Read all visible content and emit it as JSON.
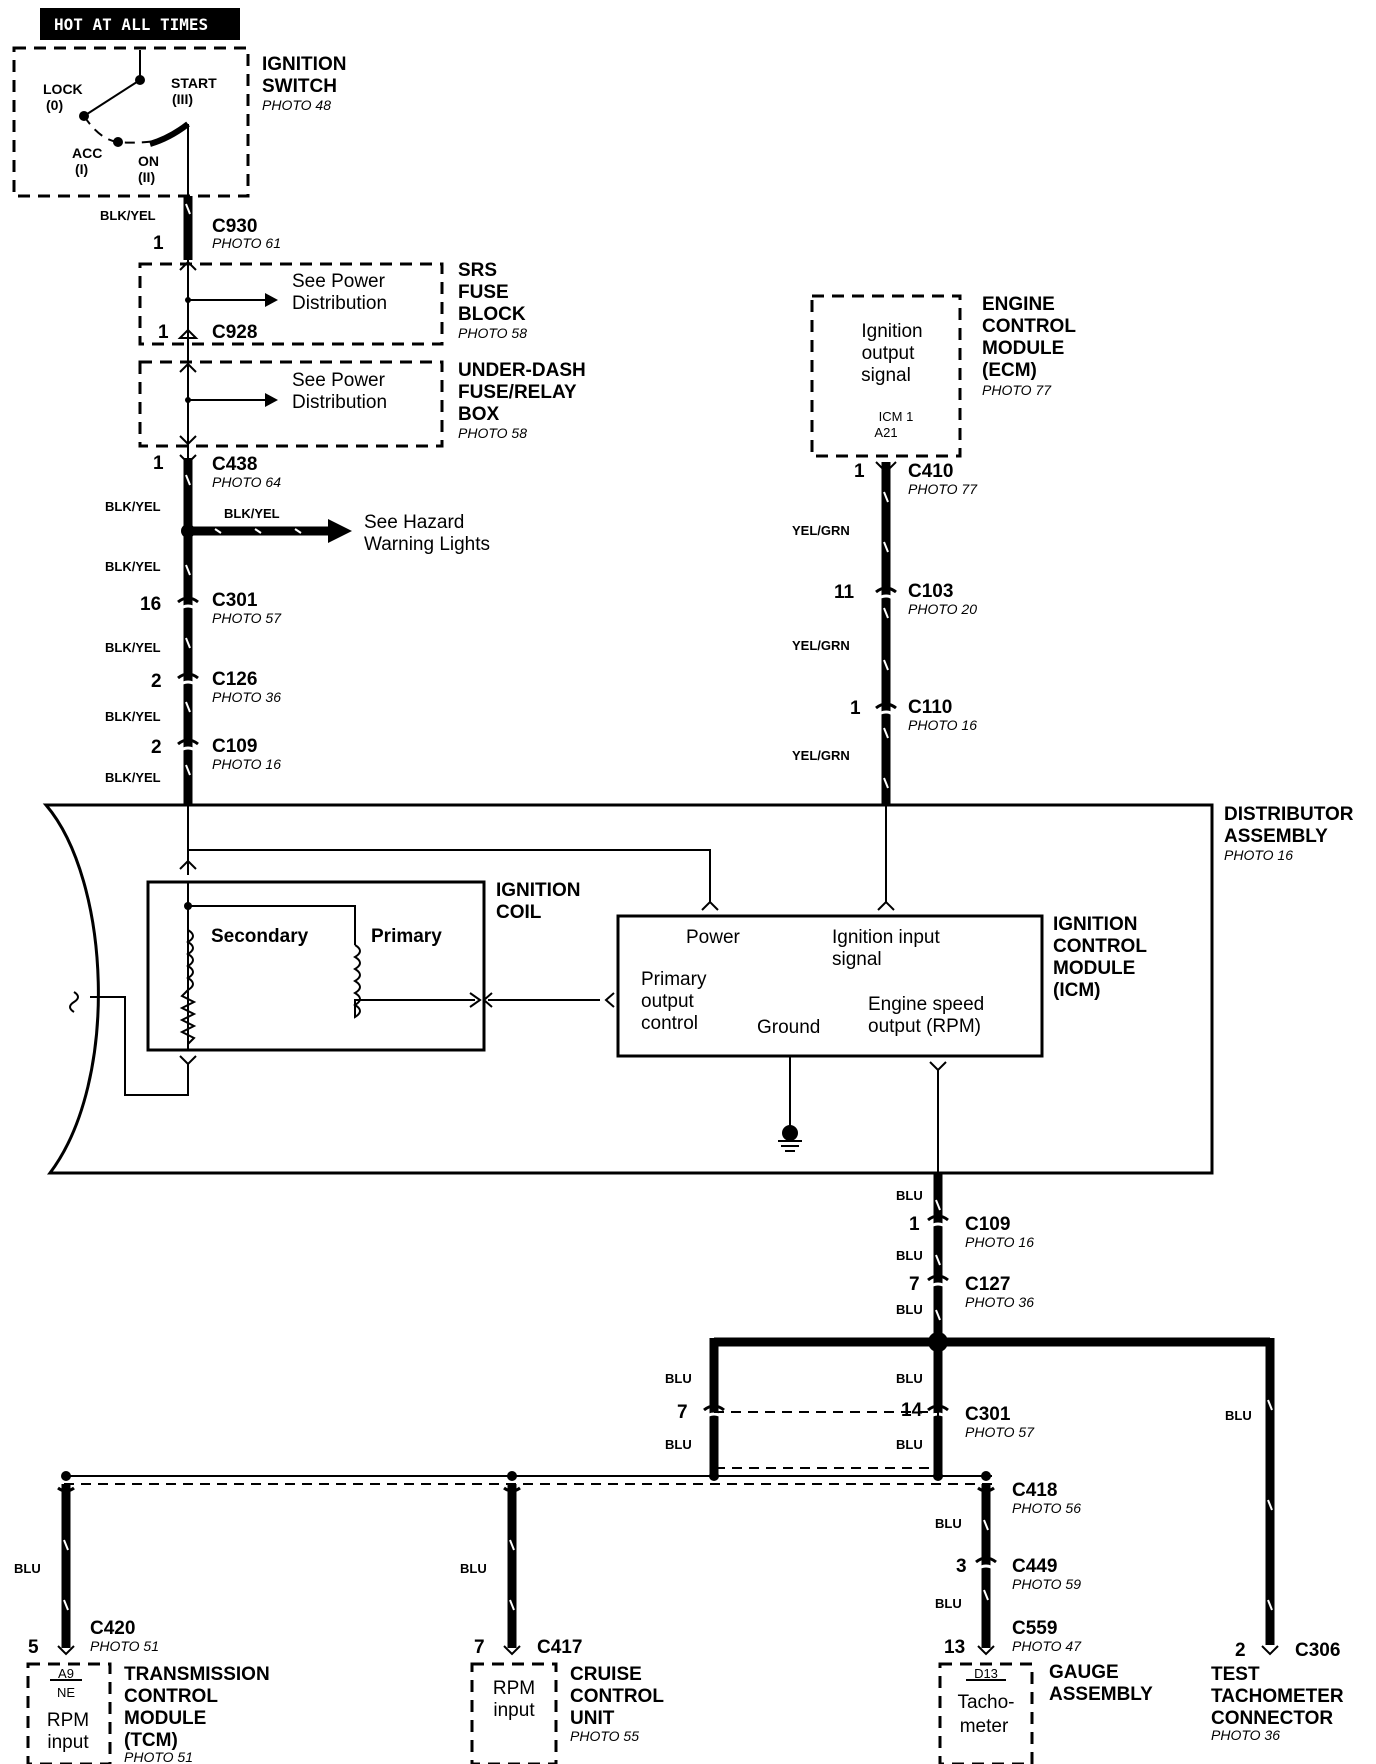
{
  "hot_label": "HOT AT ALL TIMES",
  "ignition_switch": {
    "title_1": "IGNITION",
    "title_2": "SWITCH",
    "photo": "PHOTO 48",
    "lock": "LOCK",
    "lock_num": "(0)",
    "acc": "ACC",
    "acc_num": "(I)",
    "on": "ON",
    "on_num": "(II)",
    "start": "START",
    "start_num": "(III)"
  },
  "srs_fuse_block": {
    "title_1": "SRS",
    "title_2": "FUSE",
    "title_3": "BLOCK",
    "photo": "PHOTO 58",
    "note_1": "See Power",
    "note_2": "Distribution"
  },
  "under_dash_box": {
    "title_1": "UNDER-DASH",
    "title_2": "FUSE/RELAY",
    "title_3": "BOX",
    "photo": "PHOTO 58",
    "note_1": "See Power",
    "note_2": "Distribution"
  },
  "ecm": {
    "title_1": "ENGINE",
    "title_2": "CONTROL",
    "title_3": "MODULE",
    "title_4": "(ECM)",
    "photo": "PHOTO 77",
    "inner_1": "Ignition",
    "inner_2": "output",
    "inner_3": "signal",
    "pin_1": "ICM 1",
    "pin_2": "A21"
  },
  "hazard": {
    "wire": "BLK/YEL",
    "note_1": "See Hazard",
    "note_2": "Warning Lights"
  },
  "connectors_left": [
    {
      "name": "C930",
      "photo": "PHOTO 61",
      "pin": "1"
    },
    {
      "name": "C928",
      "pin": "1"
    },
    {
      "name": "C438",
      "photo": "PHOTO 64",
      "pin": "1"
    },
    {
      "name": "C301",
      "photo": "PHOTO 57",
      "pin": "16"
    },
    {
      "name": "C126",
      "photo": "PHOTO 36",
      "pin": "2"
    },
    {
      "name": "C109",
      "photo": "PHOTO 16",
      "pin": "2"
    }
  ],
  "wire_left": "BLK/YEL",
  "connectors_ecm": [
    {
      "name": "C410",
      "photo": "PHOTO 77",
      "pin": "1"
    },
    {
      "name": "C103",
      "photo": "PHOTO 20",
      "pin": "11"
    },
    {
      "name": "C110",
      "photo": "PHOTO 16",
      "pin": "1"
    }
  ],
  "wire_ecm": "YEL/GRN",
  "distributor": {
    "title_1": "DISTRIBUTOR",
    "title_2": "ASSEMBLY",
    "photo": "PHOTO 16"
  },
  "ignition_coil": {
    "title_1": "IGNITION",
    "title_2": "COIL",
    "secondary": "Secondary",
    "primary": "Primary"
  },
  "icm": {
    "title_1": "IGNITION",
    "title_2": "CONTROL",
    "title_3": "MODULE",
    "title_4": "(ICM)",
    "power": "Power",
    "ign_in_1": "Ignition input",
    "ign_in_2": "signal",
    "prim_1": "Primary",
    "prim_2": "output",
    "prim_3": "control",
    "ground": "Ground",
    "eng_1": "Engine speed",
    "eng_2": "output (RPM)"
  },
  "connectors_rpm": [
    {
      "name": "C109",
      "photo": "PHOTO 16",
      "pin": "1"
    },
    {
      "name": "C127",
      "photo": "PHOTO 36",
      "pin": "7"
    }
  ],
  "wire_blu": "BLU",
  "c301": {
    "name": "C301",
    "photo": "PHOTO 57",
    "pin_a": "7",
    "pin_b": "14"
  },
  "c418": {
    "name": "C418",
    "photo": "PHOTO 56"
  },
  "c449": {
    "name": "C449",
    "photo": "PHOTO 59",
    "pin": "3"
  },
  "c559": {
    "name": "C559",
    "photo": "PHOTO 47",
    "pin": "13"
  },
  "tcm": {
    "connector": "C420",
    "conn_photo": "PHOTO 51",
    "pin": "5",
    "pin_id_1": "A9",
    "pin_id_2": "NE",
    "inner_1": "RPM",
    "inner_2": "input",
    "title_1": "TRANSMISSION",
    "title_2": "CONTROL",
    "title_3": "MODULE",
    "title_4": "(TCM)",
    "photo": "PHOTO 51"
  },
  "cruise": {
    "connector": "C417",
    "pin": "7",
    "inner_1": "RPM",
    "inner_2": "input",
    "title_1": "CRUISE",
    "title_2": "CONTROL",
    "title_3": "UNIT",
    "photo": "PHOTO 55"
  },
  "gauge": {
    "pin_id": "D13",
    "inner_1": "Tacho-",
    "inner_2": "meter",
    "title_1": "GAUGE",
    "title_2": "ASSEMBLY"
  },
  "test_tach": {
    "connector": "C306",
    "pin": "2",
    "title_1": "TEST",
    "title_2": "TACHOMETER",
    "title_3": "CONNECTOR",
    "photo": "PHOTO 36"
  }
}
